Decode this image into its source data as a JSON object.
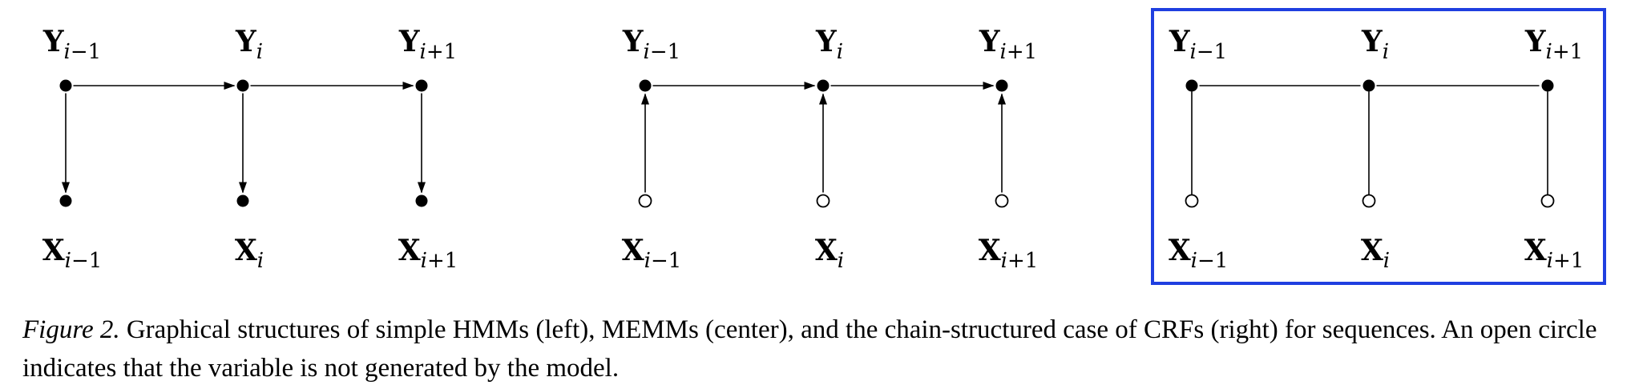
{
  "panels": [
    {
      "id": "hmm",
      "highlighted": false,
      "y_labels": [
        {
          "base": "Y",
          "sub": "i−1"
        },
        {
          "base": "Y",
          "sub": "i"
        },
        {
          "base": "Y",
          "sub": "i+1"
        }
      ],
      "x_labels": [
        {
          "base": "X",
          "sub": "i−1"
        },
        {
          "base": "X",
          "sub": "i"
        },
        {
          "base": "X",
          "sub": "i+1"
        }
      ],
      "x_nodes_open": false,
      "horizontal_edges": "directed",
      "vertical_edges": "y-to-x"
    },
    {
      "id": "memm",
      "highlighted": false,
      "y_labels": [
        {
          "base": "Y",
          "sub": "i−1"
        },
        {
          "base": "Y",
          "sub": "i"
        },
        {
          "base": "Y",
          "sub": "i+1"
        }
      ],
      "x_labels": [
        {
          "base": "X",
          "sub": "i−1"
        },
        {
          "base": "X",
          "sub": "i"
        },
        {
          "base": "X",
          "sub": "i+1"
        }
      ],
      "x_nodes_open": true,
      "horizontal_edges": "directed",
      "vertical_edges": "x-to-y"
    },
    {
      "id": "crf",
      "highlighted": true,
      "y_labels": [
        {
          "base": "Y",
          "sub": "i−1"
        },
        {
          "base": "Y",
          "sub": "i"
        },
        {
          "base": "Y",
          "sub": "i+1"
        }
      ],
      "x_labels": [
        {
          "base": "X",
          "sub": "i−1"
        },
        {
          "base": "X",
          "sub": "i"
        },
        {
          "base": "X",
          "sub": "i+1"
        }
      ],
      "x_nodes_open": true,
      "horizontal_edges": "undirected",
      "vertical_edges": "undirected"
    }
  ],
  "colors": {
    "highlight_border": "#1f3fe0",
    "ink": "#000000"
  },
  "caption": {
    "figure_label": "Figure 2.",
    "text": " Graphical structures of simple HMMs (left), MEMMs (center), and the chain-structured case of CRFs (right) for sequences. An open circle indicates that the variable is not generated by the model."
  }
}
